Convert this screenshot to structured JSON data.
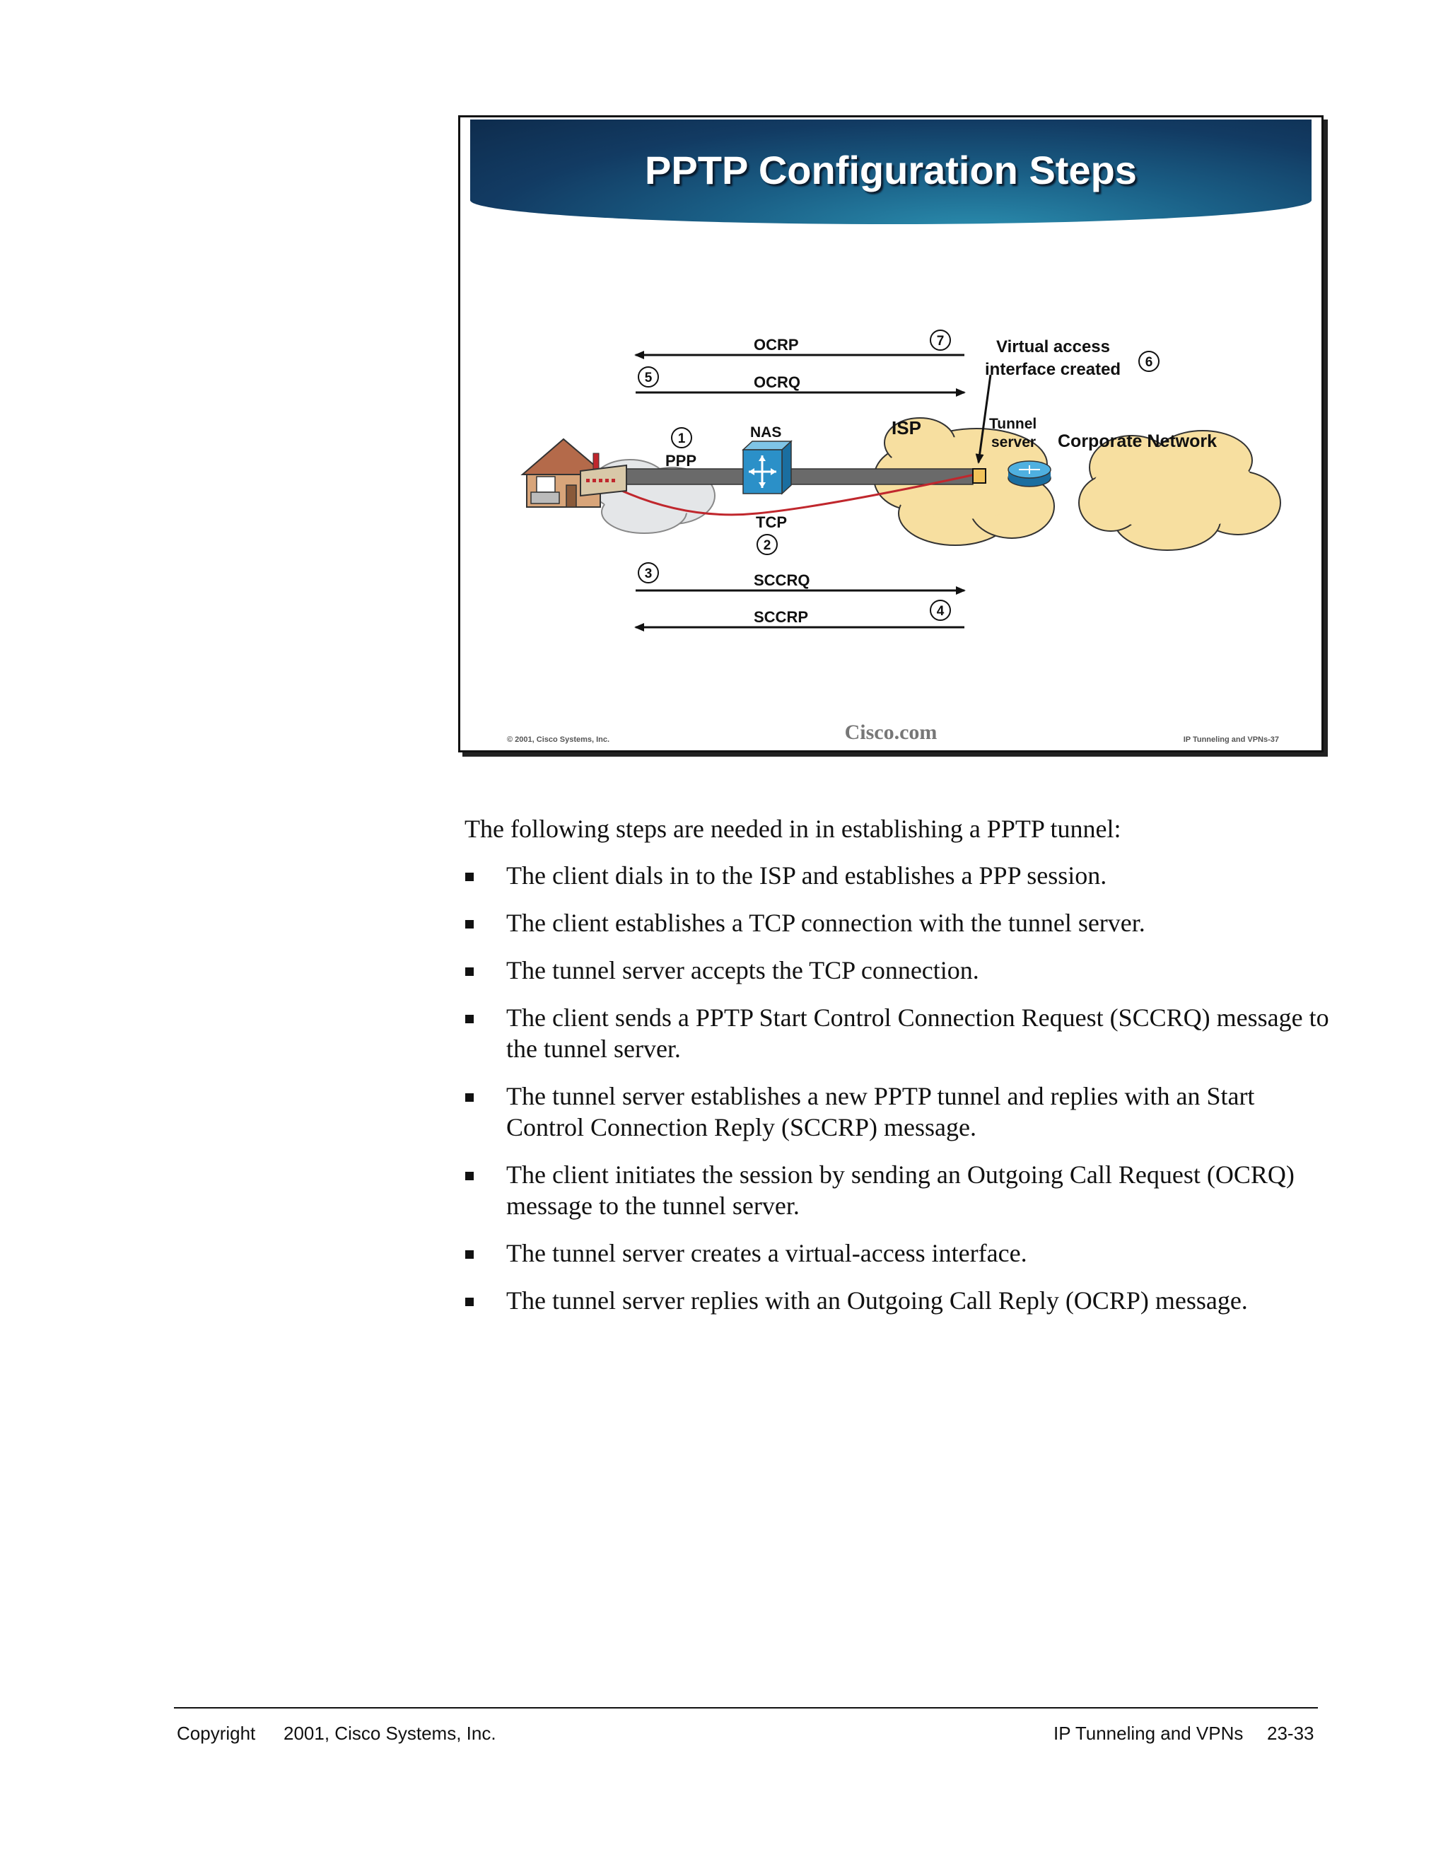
{
  "slide": {
    "title": "PPTP Configuration Steps",
    "diagram": {
      "messages": {
        "ocrp": "OCRP",
        "ocrq": "OCRQ",
        "sccrq": "SCCRQ",
        "sccrp": "SCCRP",
        "tcp": "TCP",
        "ppp": "PPP"
      },
      "nodes": {
        "nas": "NAS",
        "isp": "ISP",
        "tunnel_server_line1": "Tunnel",
        "tunnel_server_line2": "server",
        "corporate_network": "Corporate Network"
      },
      "virtual_access_line1": "Virtual access",
      "virtual_access_line2": "interface created",
      "step_numbers": [
        "1",
        "2",
        "3",
        "4",
        "5",
        "6",
        "7"
      ]
    },
    "footer": {
      "copyright": "© 2001, Cisco Systems, Inc.",
      "brand": "Cisco.com",
      "course": "IP Tunneling and VPNs-37"
    }
  },
  "body": {
    "intro": "The following steps are needed in in establishing a PPTP tunnel:",
    "steps": [
      "The client dials in to the ISP and establishes a PPP session.",
      "The client establishes a TCP connection with the tunnel server.",
      "The tunnel server accepts the TCP connection.",
      "The client sends a PPTP Start Control Connection Request (SCCRQ) message to the tunnel server.",
      "The tunnel server establishes a new PPTP tunnel and replies with an Start Control Connection Reply (SCCRP) message.",
      "The client initiates the session by sending an Outgoing Call Request (OCRQ) message to the tunnel server.",
      "The tunnel server creates a virtual-access interface.",
      "The tunnel server replies with an Outgoing Call Reply (OCRP) message."
    ]
  },
  "page_footer": {
    "copyright_label": "Copyright",
    "copyright_year": "2001, Cisco Systems, Inc.",
    "book": "IP Tunneling and VPNs",
    "page": "23-33"
  }
}
